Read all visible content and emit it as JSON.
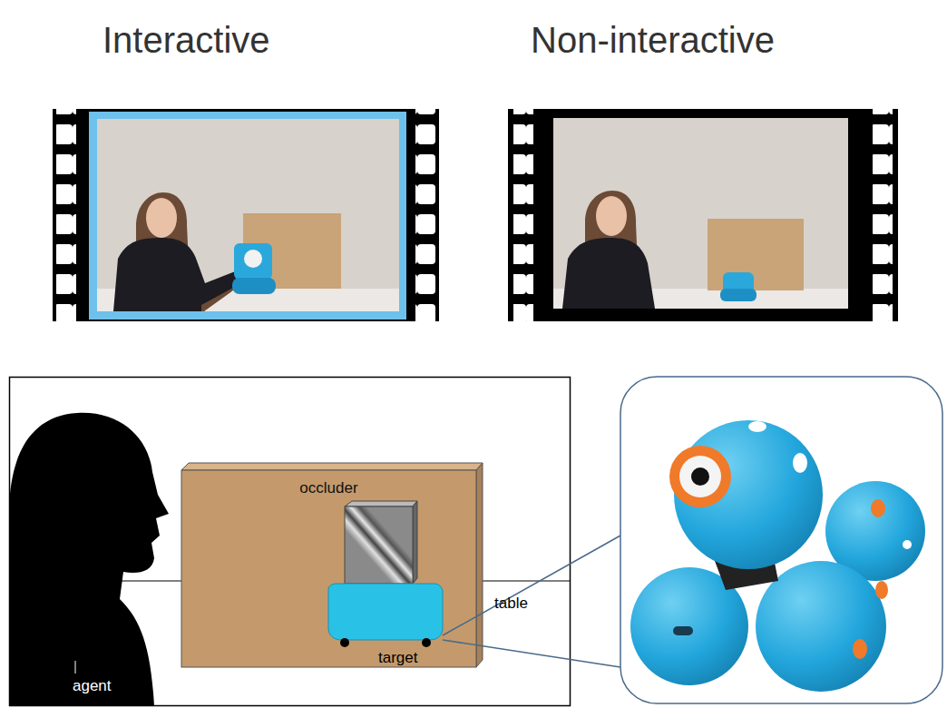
{
  "diagram": {
    "nodes": [
      {
        "text": [
          "occluder"
        ]
      }
    ],
    "labels": [
      "Interactive",
      "Non-interactive",
      "table",
      "target",
      "agent"
    ]
  }
}
